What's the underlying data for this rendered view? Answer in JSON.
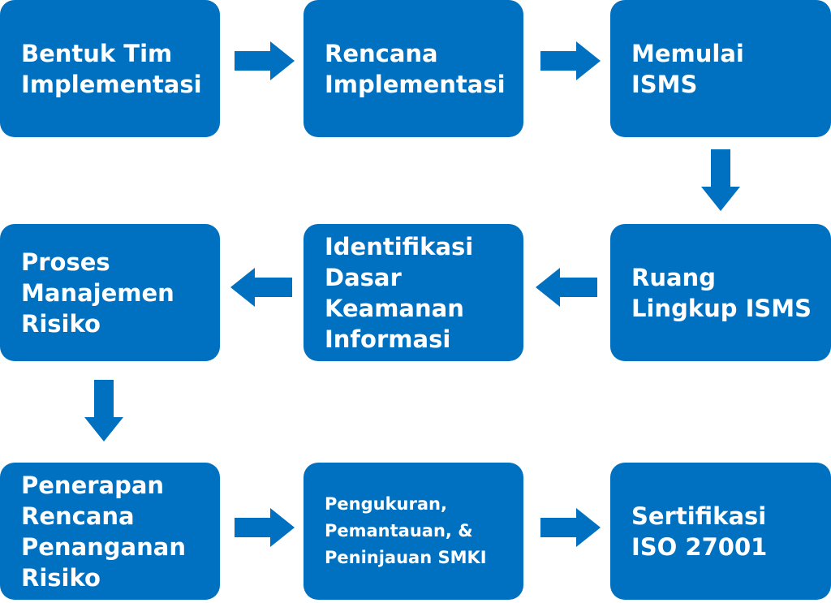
{
  "colors": {
    "box_fill": "#0070c0",
    "text": "#ffffff",
    "background": "#ffffff"
  },
  "steps": [
    {
      "label": "Bentuk Tim\nImplementasi"
    },
    {
      "label": "Rencana\nImplementasi"
    },
    {
      "label": "Memulai\nISMS"
    },
    {
      "label": "Proses\nManajemen\nRisiko"
    },
    {
      "label": "Identifikasi\nDasar\nKeamanan\nInformasi"
    },
    {
      "label": "Ruang\nLingkup ISMS"
    },
    {
      "label": "Penerapan\nRencana\nPenanganan\nRisiko"
    },
    {
      "label": "Pengukuran,\nPemantauan, &\nPeninjauan SMKI"
    },
    {
      "label": "Sertifikasi\nISO 27001"
    }
  ]
}
